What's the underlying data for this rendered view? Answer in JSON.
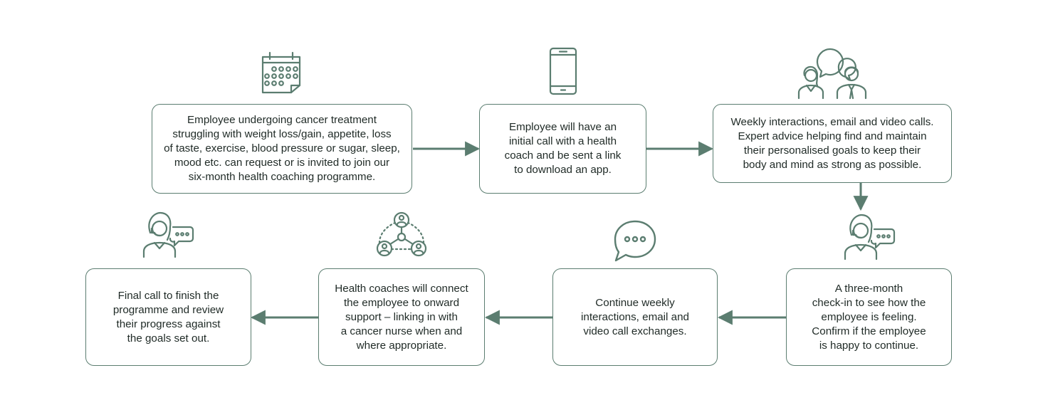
{
  "colors": {
    "accent": "#5b7d70",
    "text": "#1f2a26"
  },
  "steps": [
    {
      "icon": "calendar-icon",
      "text": "Employee undergoing cancer treatment\nstruggling with weight loss/gain, appetite, loss\nof taste, exercise, blood pressure or sugar, sleep,\nmood etc. can request or is invited to join our\nsix-month health coaching programme."
    },
    {
      "icon": "smartphone-icon",
      "text": "Employee will have an\ninitial call with a health\ncoach and be sent a link\nto download an app."
    },
    {
      "icon": "people-chat-icon",
      "text": "Weekly interactions, email and video calls.\nExpert advice helping find and maintain\ntheir personalised goals to keep their\nbody and mind as strong as possible."
    },
    {
      "icon": "headset-agent-chat-icon",
      "text": "A three-month\ncheck-in to see how the\nemployee is feeling.\nConfirm if the employee\nis happy to continue."
    },
    {
      "icon": "speech-bubble-icon",
      "text": "Continue weekly\ninteractions, email and\nvideo call exchanges."
    },
    {
      "icon": "network-people-icon",
      "text": "Health coaches will connect\nthe employee to onward\nsupport – linking in with\na cancer nurse when and\nwhere appropriate."
    },
    {
      "icon": "headset-agent-chat-icon",
      "text": "Final call to finish the\nprogramme and review\ntheir progress against\nthe goals set out."
    }
  ]
}
